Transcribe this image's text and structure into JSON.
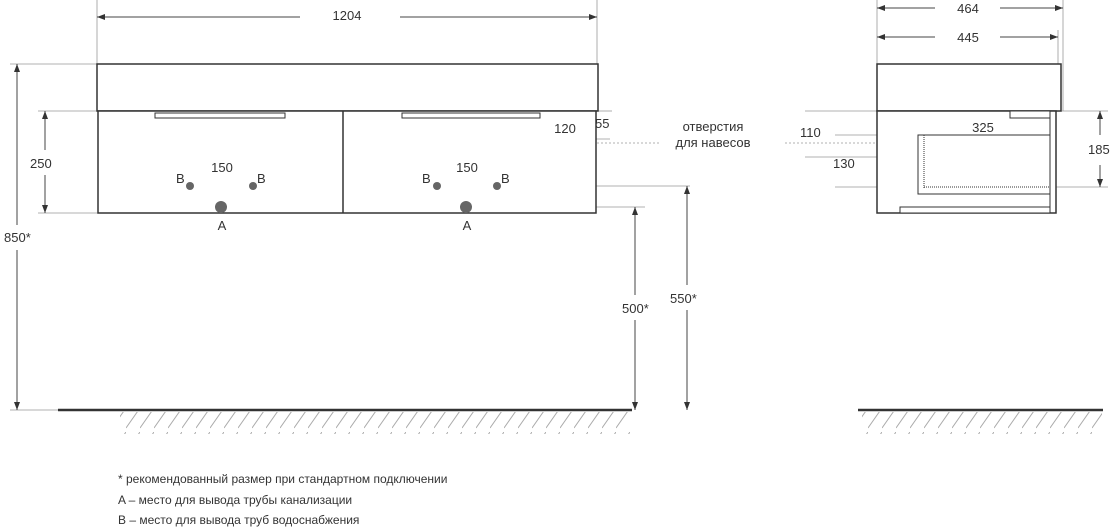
{
  "colors": {
    "line": "#333333",
    "dim": "#888888",
    "hole": "#666666"
  },
  "front": {
    "width": "1204",
    "height_total": "850*",
    "cabinet_height": "250",
    "pipe_spacing_left": "150",
    "pipe_spacing_right": "150",
    "label_b": "B",
    "label_a": "A",
    "hole_offset_x": "120",
    "hole_offset_y": "55",
    "hole_note_line1": "отверстия",
    "hole_note_line2": "для навесов",
    "drain_height": "500*",
    "supply_height": "550*"
  },
  "side": {
    "depth_top": "464",
    "depth_body": "445",
    "dim_110": "110",
    "dim_130": "130",
    "dim_325": "325",
    "dim_185": "185"
  },
  "legend": [
    "* рекомендованный размер при стандартном подключении",
    "A – место для вывода трубы канализации",
    "B – место для вывода труб водоснабжения"
  ]
}
